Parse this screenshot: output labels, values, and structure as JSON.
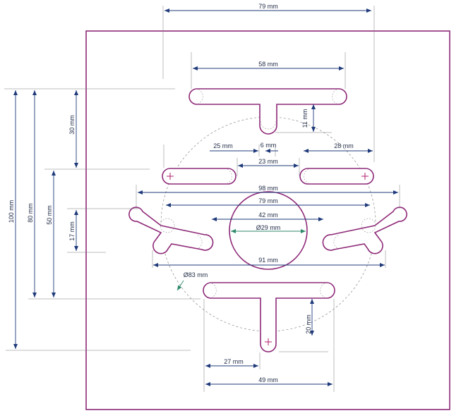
{
  "dimensions": {
    "top_width": "79 mm",
    "t_top_width": "58 mm",
    "t_stem_length": "11 mm",
    "left_slot_width": "25 mm",
    "stem_width": "6 mm",
    "right_slot_width": "28 mm",
    "slot_gap": "23 mm",
    "span_98": "98 mm",
    "span_79": "79 mm",
    "span_42": "42 mm",
    "diameter_29": "Ø29 mm",
    "span_91": "91 mm",
    "diameter_83": "Ø83 mm",
    "bottom_t_height": "20 mm",
    "bottom_t_offset": "27 mm",
    "bottom_t_width": "49 mm",
    "vert_100": "100 mm",
    "vert_80": "80 mm",
    "vert_50": "50 mm",
    "vert_30": "30 mm",
    "vert_17": "17 mm"
  },
  "colors": {
    "outline": "#8e2a78",
    "dimension": "#1f3a7a",
    "diameter_marker": "#2f8a6a",
    "center_mark": "#b0206c"
  }
}
